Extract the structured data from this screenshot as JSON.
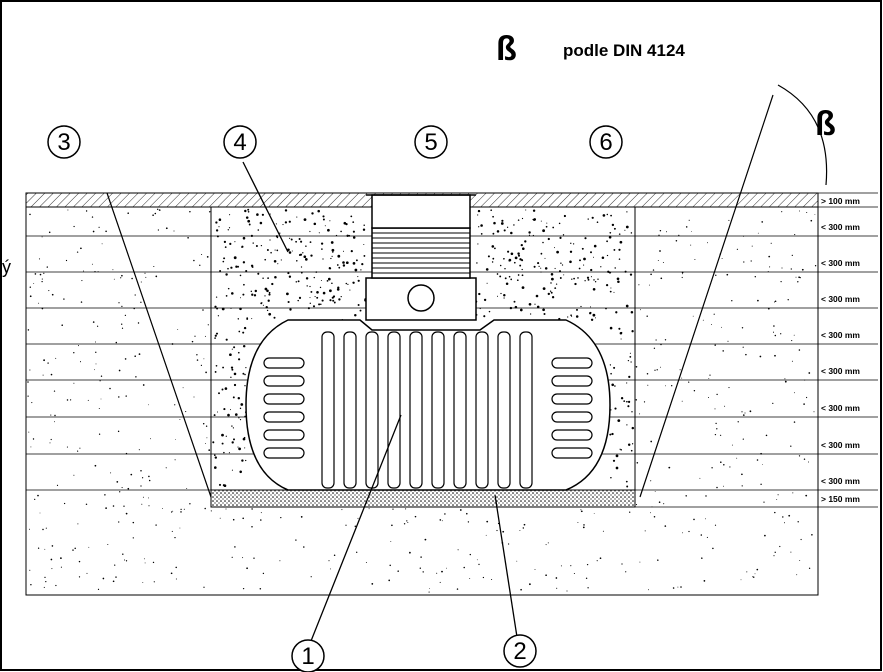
{
  "header": {
    "beta_symbol": "ß",
    "standard_label": "podle DIN 4124"
  },
  "angle": {
    "symbol": "ß"
  },
  "stray_glyph": "ý",
  "callouts": [
    {
      "id": "1",
      "label": "1"
    },
    {
      "id": "2",
      "label": "2"
    },
    {
      "id": "3",
      "label": "3"
    },
    {
      "id": "4",
      "label": "4"
    },
    {
      "id": "5",
      "label": "5"
    },
    {
      "id": "6",
      "label": "6"
    }
  ],
  "dimensions": [
    {
      "label": "> 100 mm"
    },
    {
      "label": "< 300 mm"
    },
    {
      "label": "< 300 mm"
    },
    {
      "label": "< 300 mm"
    },
    {
      "label": "< 300 mm"
    },
    {
      "label": "< 300 mm"
    },
    {
      "label": "< 300 mm"
    },
    {
      "label": "< 300 mm"
    },
    {
      "label": "< 300 mm"
    },
    {
      "label": "> 150 mm"
    }
  ],
  "colors": {
    "line": "#000000",
    "background": "#ffffff",
    "fill_dots": "#000000"
  }
}
